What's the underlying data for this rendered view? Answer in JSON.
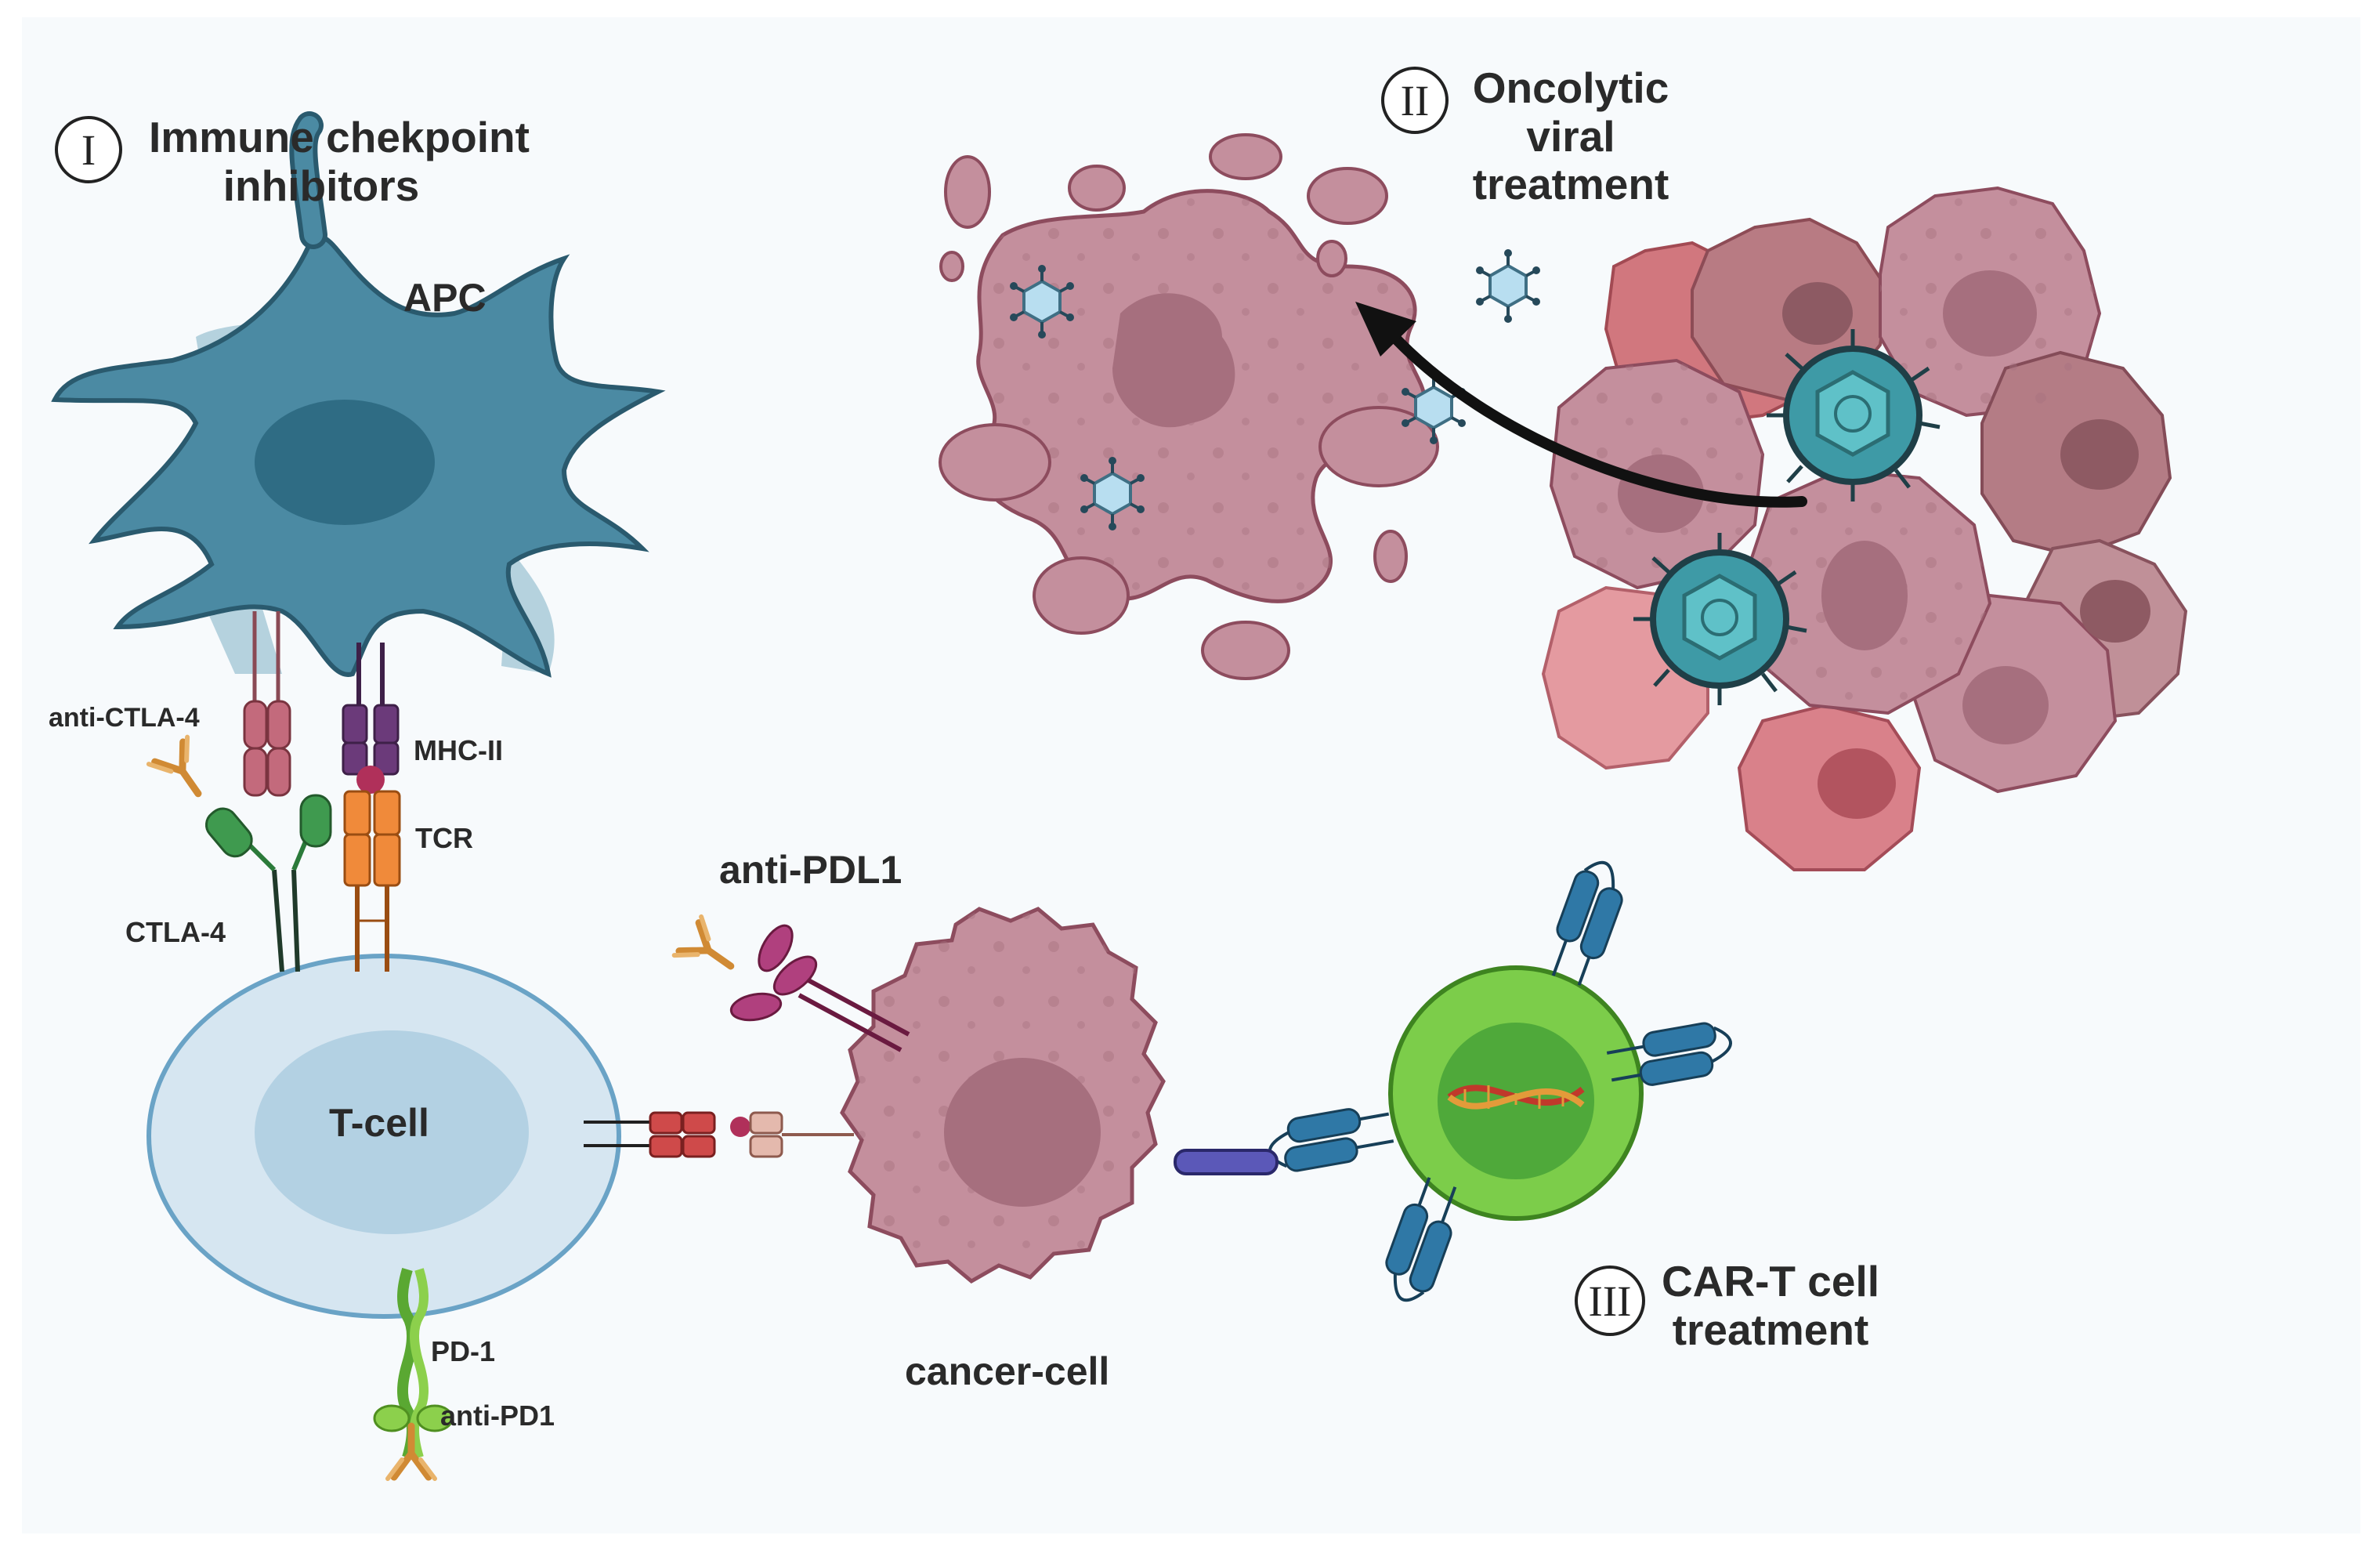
{
  "sections": [
    {
      "numeral": "I",
      "title_line1": "Immune chekpoint",
      "title_line2": "inhibitors"
    },
    {
      "numeral": "II",
      "title_line1": "Oncolytic",
      "title_line2": "viral",
      "title_line3": "treatment"
    },
    {
      "numeral": "III",
      "title_line1": "CAR-T cell",
      "title_line2": "treatment"
    }
  ],
  "labels": {
    "apc": "APC",
    "t_cell": "T-cell",
    "cancer_cell": "cancer-cell",
    "anti_ctla4": "anti-CTLA-4",
    "mhc_ii": "MHC-II",
    "tcr": "TCR",
    "ctla4": "CTLA-4",
    "anti_pdl1": "anti-PDL1",
    "pd1": "PD-1",
    "anti_pd1": "anti-PD1"
  },
  "colors": {
    "apc": "#4b8aa3",
    "t_cell": "#d6e6f1",
    "t_cell_nucleus": "#b3d1e3",
    "cancer": "#c48f9d",
    "cancer_nucleus": "#a9707f",
    "car_t": "#7ccd4a",
    "virus": "#a9d6e4",
    "ctla4": "#3f9a4f",
    "mhc": "#6b3a7a",
    "tcr": "#f08a3a",
    "pd1": "#8cd04c",
    "antibody": "#d89a4a",
    "pdl1_antibody": "#b0407e",
    "car_receptor": "#2f7fa8"
  }
}
